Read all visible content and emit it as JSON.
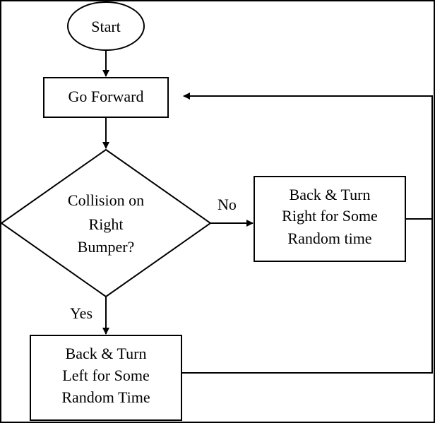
{
  "diagram": {
    "nodes": {
      "start": {
        "label": "Start"
      },
      "go_forward": {
        "label": "Go Forward"
      },
      "decision": {
        "lines": [
          "Collision on",
          "Right",
          "Bumper?"
        ]
      },
      "turn_right": {
        "lines": [
          "Back & Turn",
          "Right for Some",
          "Random time"
        ]
      },
      "turn_left": {
        "lines": [
          "Back & Turn",
          "Left for Some",
          "Random Time"
        ]
      }
    },
    "edge_labels": {
      "no": "No",
      "yes": "Yes"
    }
  }
}
